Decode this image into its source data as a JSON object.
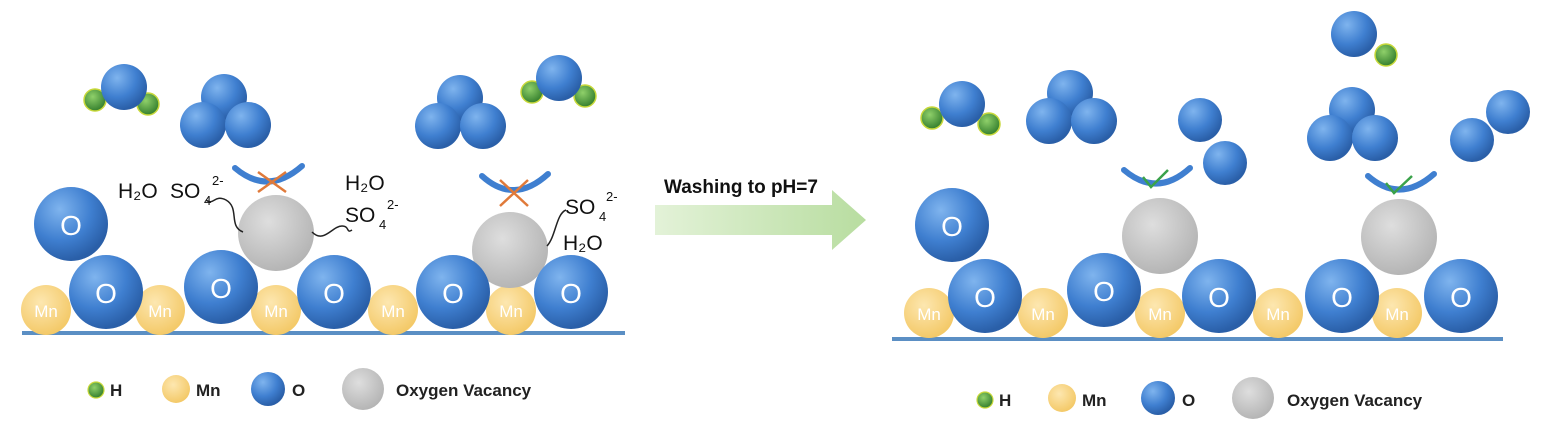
{
  "atom_labels": {
    "O": "O",
    "Mn": "Mn"
  },
  "arrow": {
    "label": "Washing to pH=7"
  },
  "left_panel": {
    "label_h2o_a": "H₂O",
    "label_so4_a": "SO",
    "label_h2o_b": "H₂O",
    "label_so4_b": "SO",
    "label_so4_c": "SO",
    "label_h2o_c": "H₂O",
    "so4_sub": "4",
    "so4_sup": "2-"
  },
  "legend_left": {
    "h": "H",
    "mn": "Mn",
    "o": "O",
    "vacancy": "Oxygen Vacancy"
  },
  "legend_right": {
    "h": "H",
    "mn": "Mn",
    "o": "O",
    "vacancy": "Oxygen Vacancy"
  },
  "colors": {
    "oxygen": "#3f7fd0",
    "manganese": "#f7d27a",
    "hydrogen": "#4a9a3a",
    "vacancy": "#c4c4c4",
    "base_line": "#5b8fc4",
    "arrow": "#c9e6b4",
    "blocked_mark": "#e07a3a",
    "pass_mark": "#3aa24a"
  }
}
